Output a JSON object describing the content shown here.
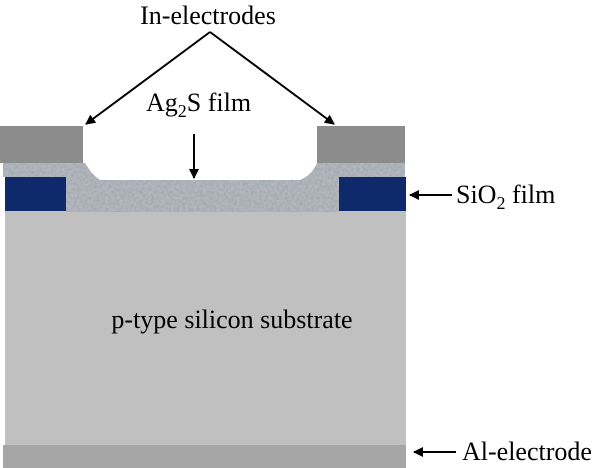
{
  "labels": {
    "in_electrodes": "In-electrodes",
    "ag2s_film": {
      "base": "Ag",
      "sub": "2",
      "rest": "S film"
    },
    "sio2_film": {
      "base": "SiO",
      "sub": "2",
      "rest": " film"
    },
    "substrate": "p-type silicon substrate",
    "al_electrode": "Al-electrode"
  },
  "colors": {
    "in_electrode": "#8c8c8c",
    "sio2": "#0f2a6b",
    "substrate": "#c0c0c0",
    "al_electrode": "#a6a6a6",
    "ag2s": "#a9abb0"
  }
}
